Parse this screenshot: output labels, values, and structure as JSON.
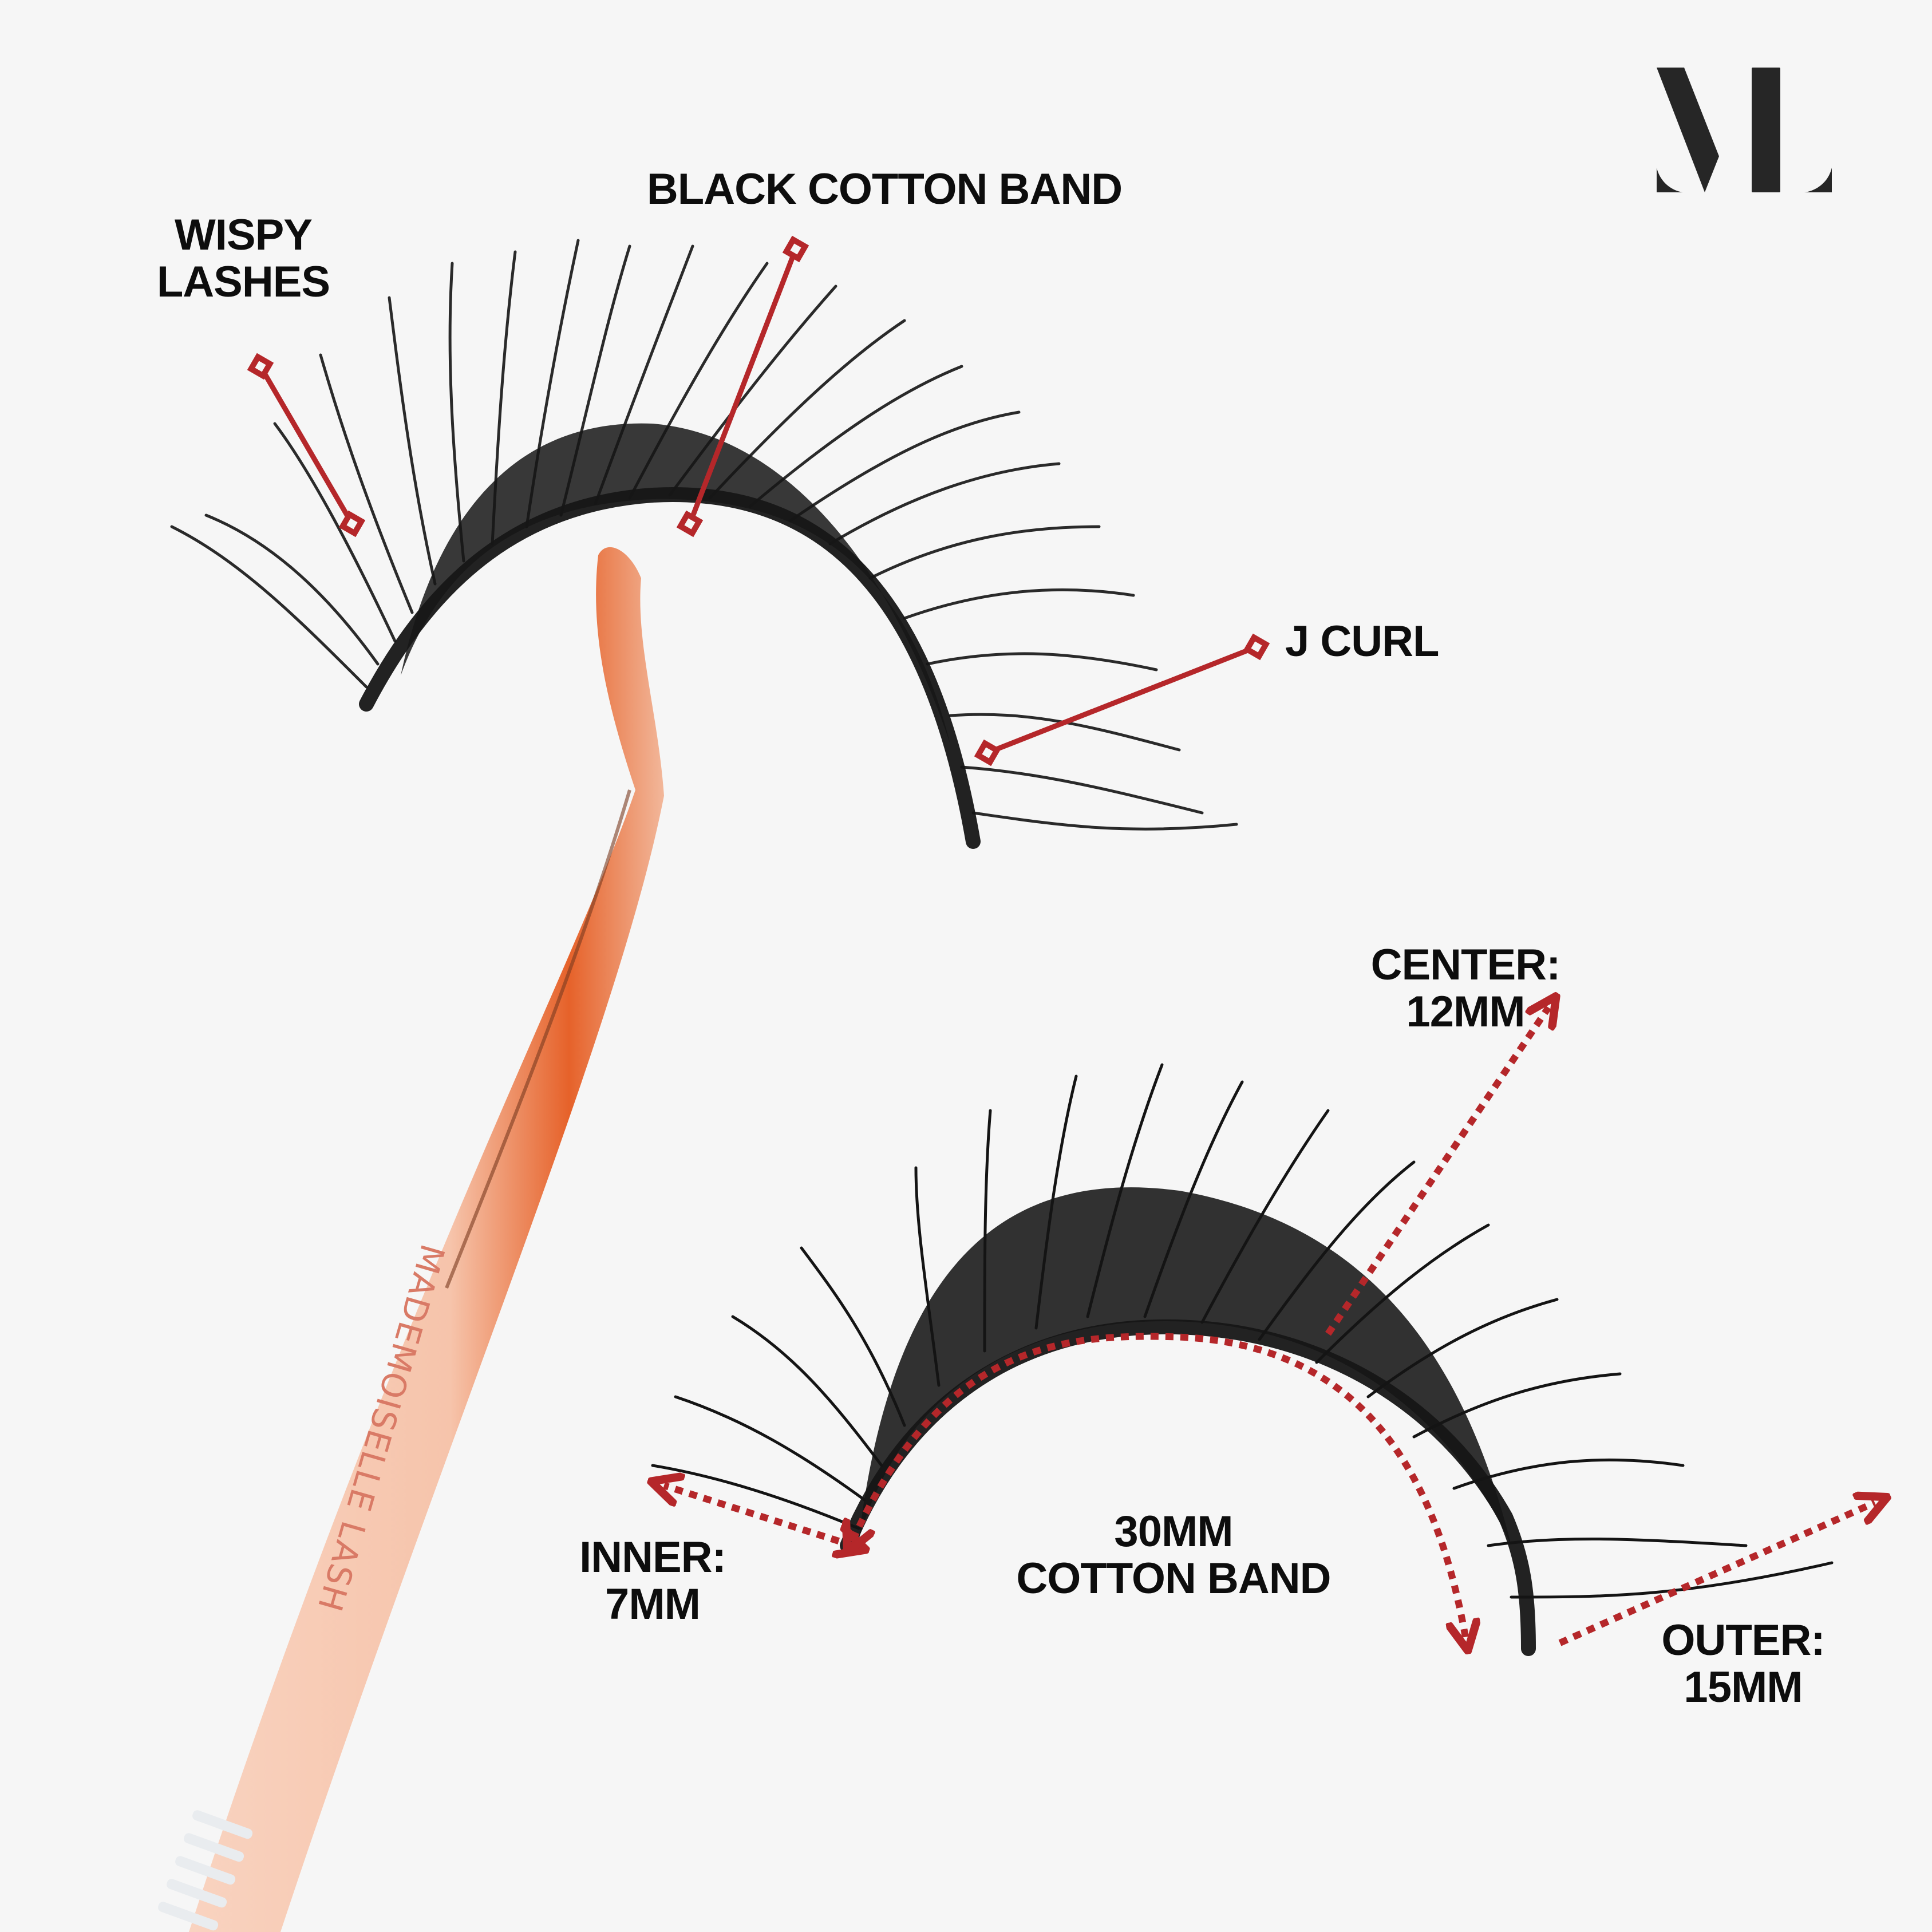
{
  "brand": {
    "logo_text": "ML",
    "tweezer_engraving": "MADEMOISELLE LASH"
  },
  "colors": {
    "background": "#f6f6f6",
    "text": "#0d0d0d",
    "accent_red": "#b5272a",
    "rose_gold": "#f6c7b0",
    "rose_gold_dark": "#e8743c",
    "lash_black": "#141414",
    "logo": "#262626"
  },
  "top_lash": {
    "callouts": [
      {
        "id": "wispy",
        "lines": [
          "WISPY",
          "LASHES"
        ]
      },
      {
        "id": "band",
        "lines": [
          "BLACK COTTON BAND"
        ]
      },
      {
        "id": "curl",
        "lines": [
          "J CURL"
        ]
      }
    ]
  },
  "bottom_lash": {
    "measurements": [
      {
        "id": "center",
        "lines": [
          "CENTER:",
          "12MM"
        ]
      },
      {
        "id": "inner",
        "lines": [
          "INNER:",
          "7MM"
        ]
      },
      {
        "id": "band_length",
        "lines": [
          "30MM",
          "COTTON BAND"
        ]
      },
      {
        "id": "outer",
        "lines": [
          "OUTER:",
          "15MM"
        ]
      }
    ]
  },
  "icons": {
    "callout_marker": "diamond-square-marker",
    "measure_arrow": "dotted-arrow"
  }
}
